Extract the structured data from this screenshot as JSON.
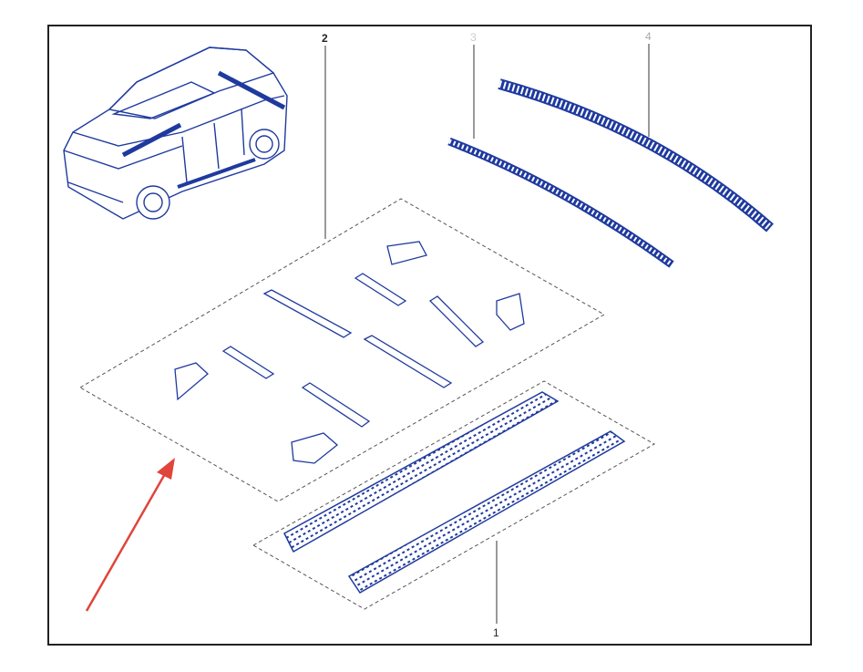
{
  "diagram": {
    "callouts": [
      {
        "id": "1",
        "label": "1",
        "part": "running-boards"
      },
      {
        "id": "2",
        "label": "2",
        "part": "mounting-brackets"
      },
      {
        "id": "3",
        "label": "3",
        "part": "trim-strip-short"
      },
      {
        "id": "4",
        "label": "4",
        "part": "trim-strip-long"
      }
    ]
  },
  "colors": {
    "line": "#1f3a9e",
    "frame": "#222222",
    "arrow": "#e0443a",
    "faded_label": "#cccccc"
  }
}
